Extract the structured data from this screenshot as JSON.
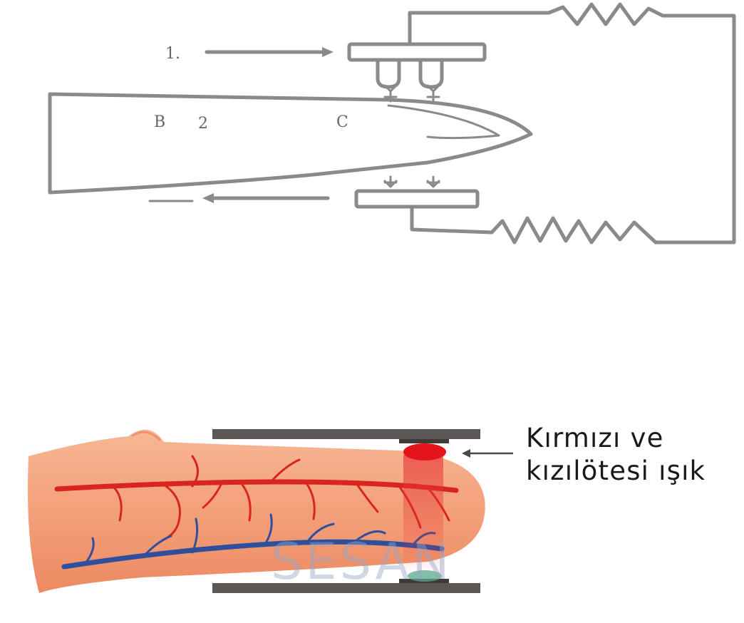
{
  "top_diagram": {
    "label_1": "1.",
    "label_b": "B",
    "label_2": "2",
    "label_c": "C"
  },
  "bottom_diagram": {
    "light_label_line1": "Kırmızı ve",
    "light_label_line2": "kızılötesi ışık",
    "watermark": "SESAN"
  },
  "colors": {
    "line": "#8a8a8a",
    "skin": "#f4a27e",
    "artery": "#d8261e",
    "vein": "#2e4f9c",
    "clamp": "#5c5754",
    "emitter": "#e3141b"
  }
}
